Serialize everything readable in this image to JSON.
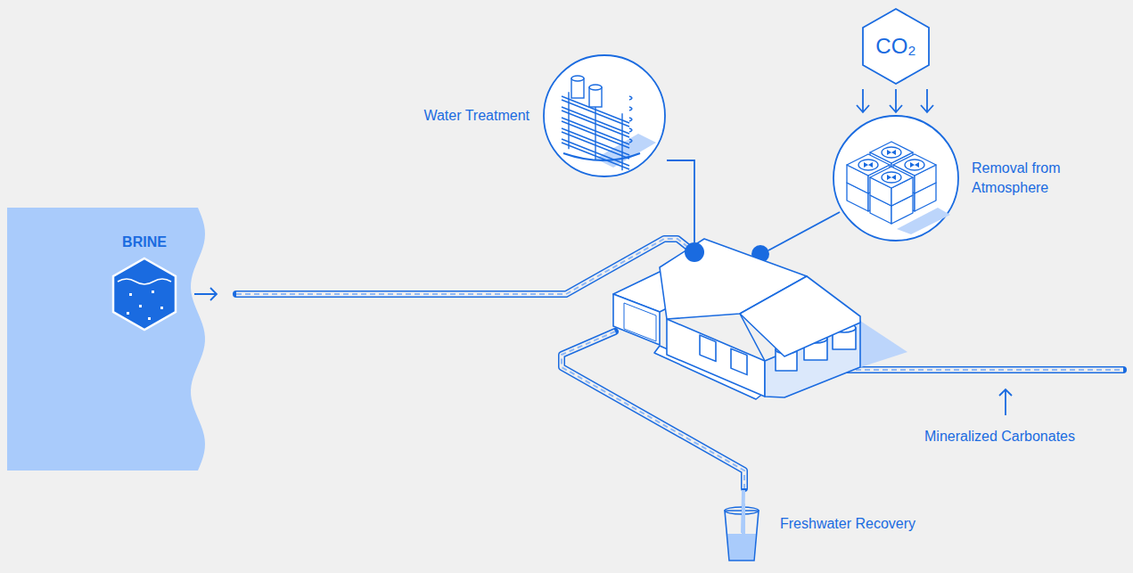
{
  "diagram": {
    "nodes": [
      {
        "text": [
          "BRINE"
        ]
      },
      {
        "text": [
          "Water Treatment"
        ]
      },
      {
        "text": [
          "CO₂"
        ]
      },
      {
        "text": [
          "Removal from Atmosphere"
        ]
      },
      {
        "text": [
          "Freshwater Recovery"
        ]
      }
    ],
    "edges": [
      {
        "from": 2,
        "to": 3,
        "arrow": "to"
      }
    ],
    "labels": [
      "Mineralized Carbonates"
    ]
  }
}
